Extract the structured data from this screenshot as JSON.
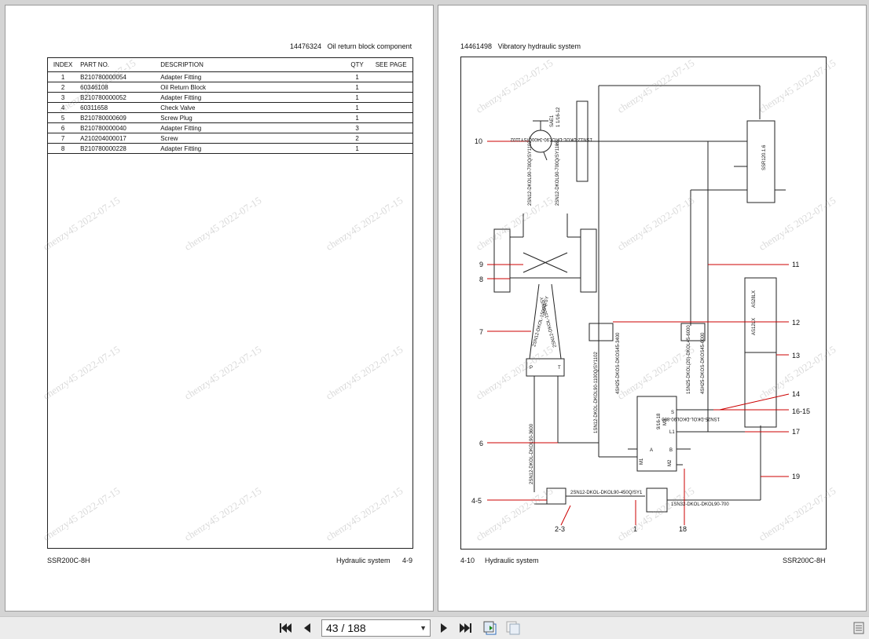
{
  "left_page": {
    "header_part_no": "14476324",
    "header_title": "Oil return block component",
    "table": {
      "columns": [
        "INDEX",
        "PART NO.",
        "DESCRIPTION",
        "QTY",
        "SEE PAGE"
      ],
      "rows": [
        [
          "1",
          "B210780000054",
          "Adapter Fitting",
          "1",
          ""
        ],
        [
          "2",
          "60346108",
          "Oil Return Block",
          "1",
          ""
        ],
        [
          "3",
          "B210780000052",
          "Adapter Fitting",
          "1",
          ""
        ],
        [
          "4",
          "60311658",
          "Check Valve",
          "1",
          ""
        ],
        [
          "5",
          "B210780000609",
          "Screw Plug",
          "1",
          ""
        ],
        [
          "6",
          "B210780000040",
          "Adapter Fitting",
          "3",
          ""
        ],
        [
          "7",
          "A210204000017",
          "Screw",
          "2",
          ""
        ],
        [
          "8",
          "B210780000228",
          "Adapter Fitting",
          "1",
          ""
        ]
      ]
    },
    "footer_model": "SSR200C-8H",
    "footer_section": "Hydraulic system",
    "footer_page": "4-9"
  },
  "right_page": {
    "header_part_no": "14461498",
    "header_title": "Vibratory hydraulic system",
    "footer_page": "4-10",
    "footer_section": "Hydraulic system",
    "footer_model": "SSR200C-8H",
    "callouts": [
      "10",
      "9",
      "8",
      "7",
      "6",
      "4-5",
      "2-3",
      "1",
      "18",
      "19",
      "17",
      "16-15",
      "14",
      "13",
      "12",
      "11"
    ],
    "hose_labels": [
      "1SN12-DKOL-DKOL90-3400Q/SY1102",
      "2SN12-DKOL90-700Q/SY1102",
      "2SN12-DKOL90-700Q/SY1102",
      "2SN12-DKOL-1500Q/SY",
      "2SN12-DKOL-1500Q/SY",
      "2SN12-DKOL-DKOL90-3600",
      "1SN12-DKOL-DKOL90-1100Q/SY1102",
      "4SH25-DKOS-DKOS45-3400",
      "4SH25-DKOS-DKOS45-6000",
      "1SN25-DKOL(20)-DKOL45-6000",
      "1SN25-DKOL-DKOL90-800",
      "2SN12-DKOL-DKOL90-450Q/SY1",
      "1SN32-DKOL-DKOL90-700"
    ],
    "port_labels": [
      "SAE1",
      "1 1/16-12",
      "SSR120.1.6",
      "AS12LX",
      "AS28LX",
      "M3",
      "9/16-18",
      "A",
      "B",
      "M1",
      "M2",
      "S",
      "L1",
      "L",
      "P",
      "T"
    ]
  },
  "watermark": "chenzy45 2022-07-15",
  "toolbar": {
    "page_indicator": "43 / 188",
    "buttons": [
      "first-page",
      "previous-page",
      "next-page",
      "last-page",
      "single-page-view",
      "two-page-view",
      "sidebar-toggle"
    ]
  }
}
